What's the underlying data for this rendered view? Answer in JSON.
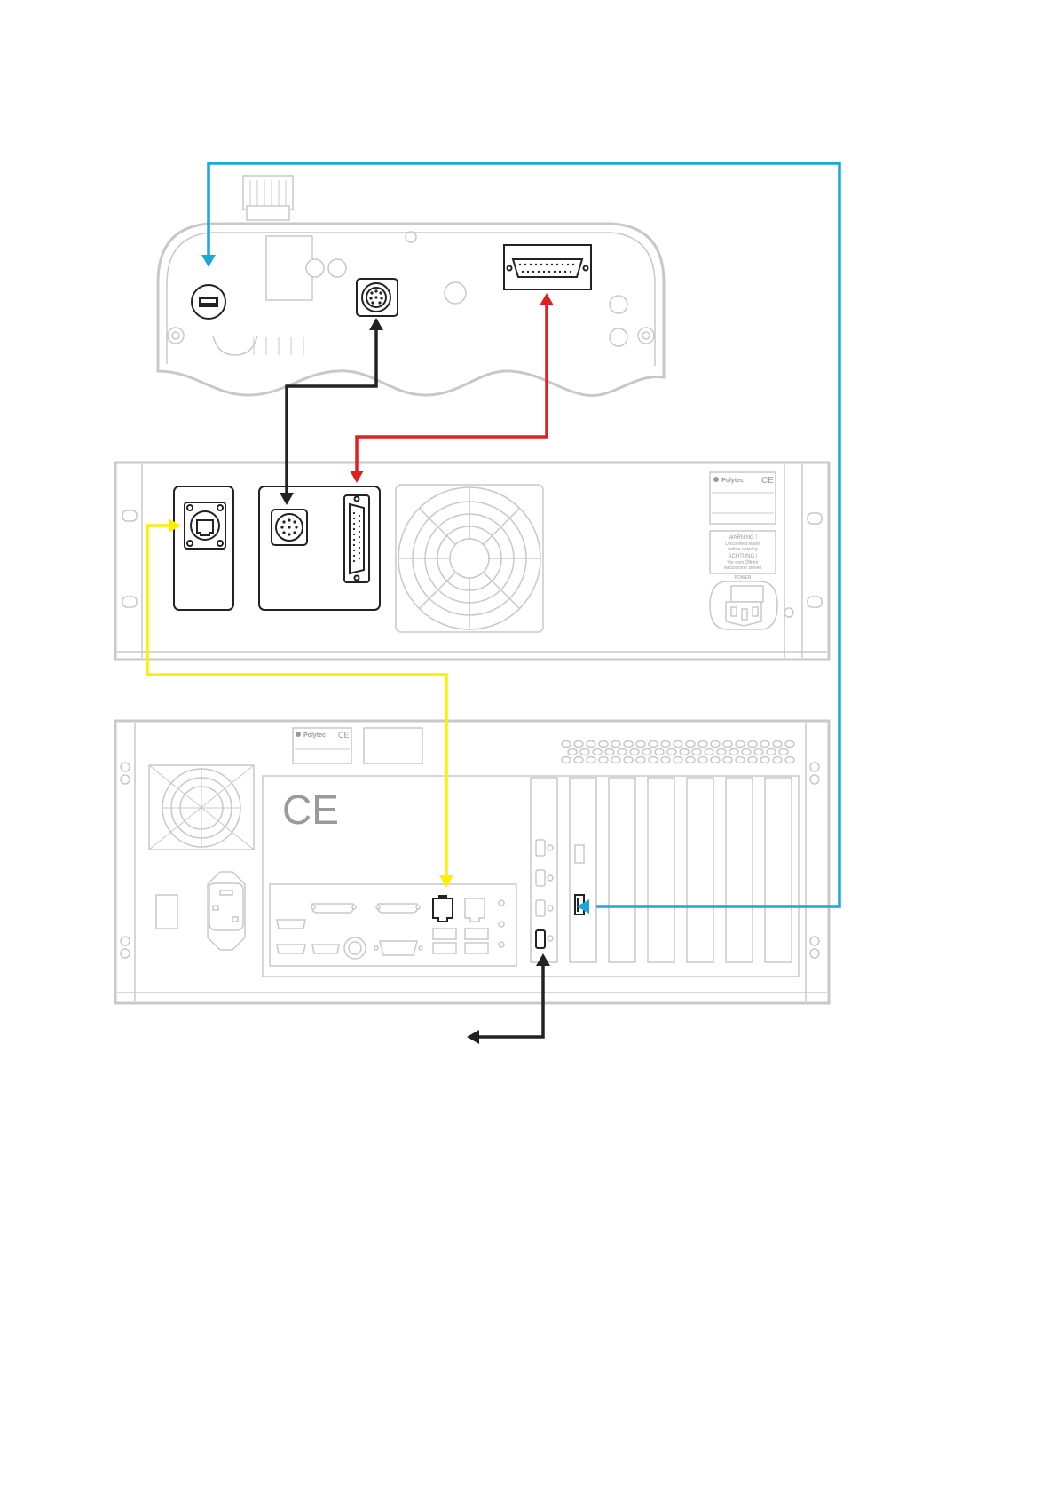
{
  "labels": {
    "brand_top": "Polytec",
    "brand_bottom": "Polytec",
    "ce_small": "CE",
    "ce_large": "CE",
    "warning_en_title": "WARNING !",
    "warning_en_line1": "Disconnect Mains",
    "warning_en_line2": "before opening",
    "warning_de_title": "ACHTUNG !",
    "warning_de_line1": "Vor dem Öffnen",
    "warning_de_line2": "Netzstecker ziehen",
    "power_label": "POWER"
  },
  "colors": {
    "usb_link": "#1aa8d8",
    "control_link": "#222222",
    "signal_link": "#e02020",
    "ethernet_link": "#ffee00",
    "device_outline": "#c8c8c8"
  },
  "icons": [
    "usb-port-icon",
    "circular-connector-icon",
    "d-sub-connector-icon",
    "rj45-port-icon",
    "fan-grill-icon",
    "iec-power-socket-icon",
    "hdmi-port-icon",
    "vga-port-icon",
    "ps2-port-icon"
  ]
}
